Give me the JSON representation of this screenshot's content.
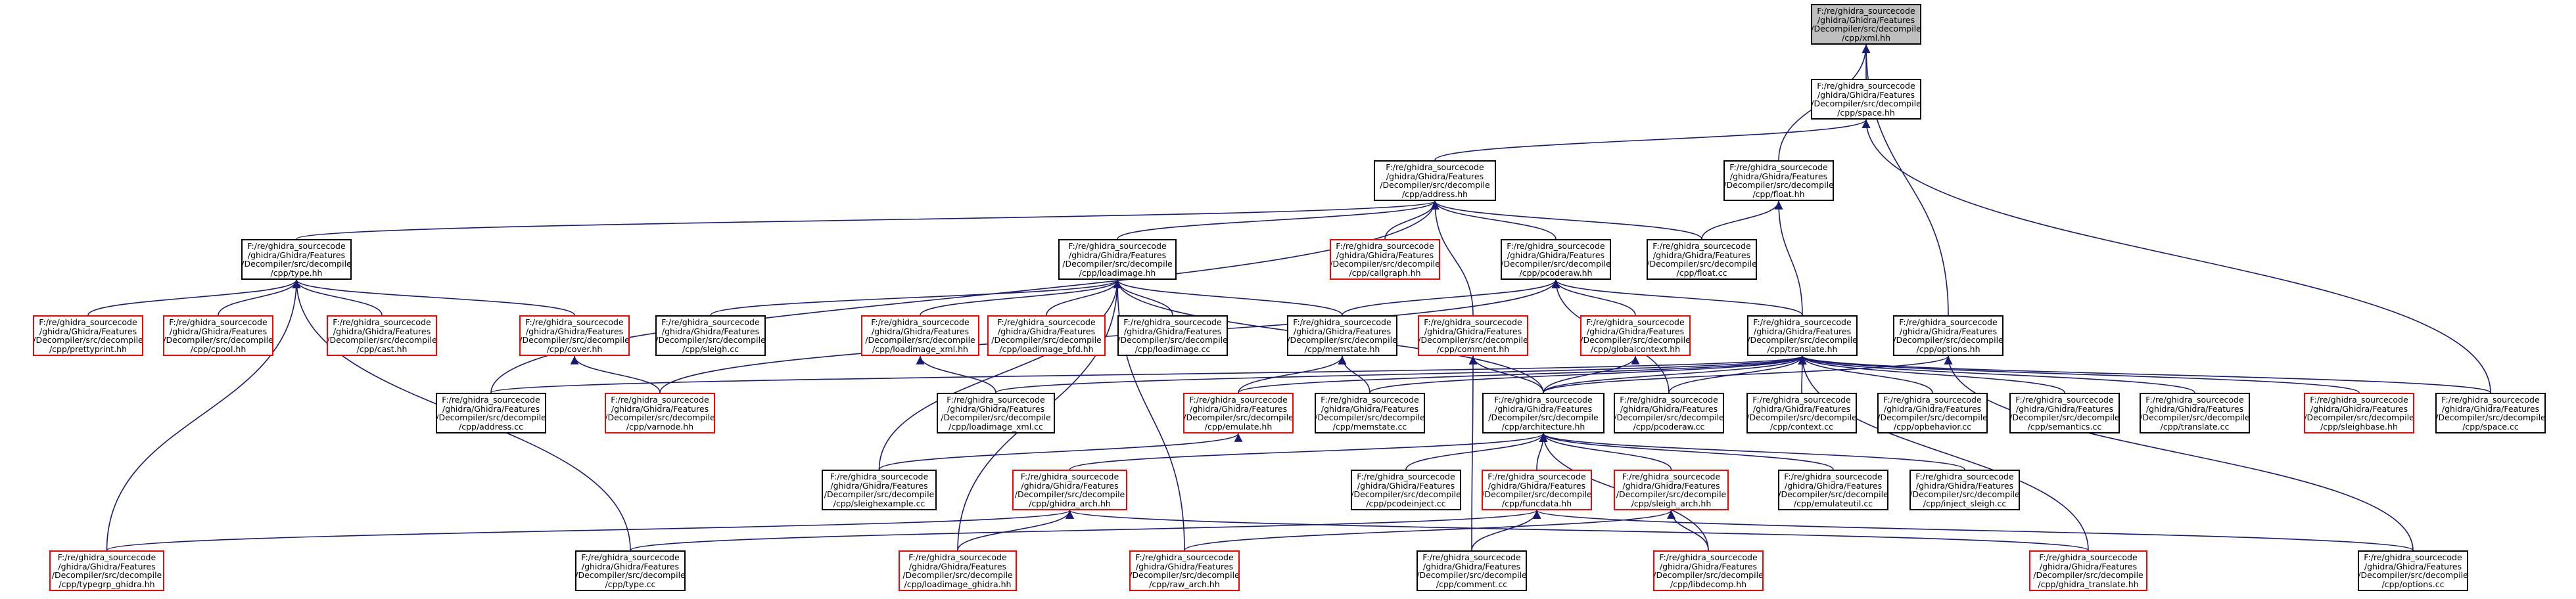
{
  "diagram": {
    "title": "",
    "colors": {
      "edge": "#191970",
      "normal_border": "#000000",
      "missing_border": "#ff0000",
      "root_fill": "#bfbfbf"
    },
    "nodes": [
      {
        "id": "xml",
        "text": "F:/re/ghidra_sourcecode\n/ghidra/Ghidra/Features\n/Decompiler/src/decompile\n/cpp/xml.hh",
        "style": "root"
      },
      {
        "id": "space_hh",
        "text": "F:/re/ghidra_sourcecode\n/ghidra/Ghidra/Features\n/Decompiler/src/decompile\n/cpp/space.hh",
        "style": "normal"
      },
      {
        "id": "address_hh",
        "text": "F:/re/ghidra_sourcecode\n/ghidra/Ghidra/Features\n/Decompiler/src/decompile\n/cpp/address.hh",
        "style": "normal"
      },
      {
        "id": "float_hh",
        "text": "F:/re/ghidra_sourcecode\n/ghidra/Ghidra/Features\n/Decompiler/src/decompile\n/cpp/float.hh",
        "style": "normal"
      },
      {
        "id": "type_hh",
        "text": "F:/re/ghidra_sourcecode\n/ghidra/Ghidra/Features\n/Decompiler/src/decompile\n/cpp/type.hh",
        "style": "normal"
      },
      {
        "id": "loadimage_hh",
        "text": "F:/re/ghidra_sourcecode\n/ghidra/Ghidra/Features\n/Decompiler/src/decompile\n/cpp/loadimage.hh",
        "style": "normal"
      },
      {
        "id": "callgraph_hh",
        "text": "F:/re/ghidra_sourcecode\n/ghidra/Ghidra/Features\n/Decompiler/src/decompile\n/cpp/callgraph.hh",
        "style": "missing"
      },
      {
        "id": "pcoderaw_hh",
        "text": "F:/re/ghidra_sourcecode\n/ghidra/Ghidra/Features\n/Decompiler/src/decompile\n/cpp/pcoderaw.hh",
        "style": "normal"
      },
      {
        "id": "float_cc",
        "text": "F:/re/ghidra_sourcecode\n/ghidra/Ghidra/Features\n/Decompiler/src/decompile\n/cpp/float.cc",
        "style": "normal"
      },
      {
        "id": "prettyprint_hh",
        "text": "F:/re/ghidra_sourcecode\n/ghidra/Ghidra/Features\n/Decompiler/src/decompile\n/cpp/prettyprint.hh",
        "style": "missing"
      },
      {
        "id": "cpool_hh",
        "text": "F:/re/ghidra_sourcecode\n/ghidra/Ghidra/Features\n/Decompiler/src/decompile\n/cpp/cpool.hh",
        "style": "missing"
      },
      {
        "id": "cast_hh",
        "text": "F:/re/ghidra_sourcecode\n/ghidra/Ghidra/Features\n/Decompiler/src/decompile\n/cpp/cast.hh",
        "style": "missing"
      },
      {
        "id": "cover_hh",
        "text": "F:/re/ghidra_sourcecode\n/ghidra/Ghidra/Features\n/Decompiler/src/decompile\n/cpp/cover.hh",
        "style": "missing"
      },
      {
        "id": "sleigh_cc",
        "text": "F:/re/ghidra_sourcecode\n/ghidra/Ghidra/Features\n/Decompiler/src/decompile\n/cpp/sleigh.cc",
        "style": "normal"
      },
      {
        "id": "loadimage_xml_hh",
        "text": "F:/re/ghidra_sourcecode\n/ghidra/Ghidra/Features\n/Decompiler/src/decompile\n/cpp/loadimage_xml.hh",
        "style": "missing"
      },
      {
        "id": "loadimage_bfd_hh",
        "text": "F:/re/ghidra_sourcecode\n/ghidra/Ghidra/Features\n/Decompiler/src/decompile\n/cpp/loadimage_bfd.hh",
        "style": "missing"
      },
      {
        "id": "loadimage_cc",
        "text": "F:/re/ghidra_sourcecode\n/ghidra/Ghidra/Features\n/Decompiler/src/decompile\n/cpp/loadimage.cc",
        "style": "normal"
      },
      {
        "id": "memstate_hh",
        "text": "F:/re/ghidra_sourcecode\n/ghidra/Ghidra/Features\n/Decompiler/src/decompile\n/cpp/memstate.hh",
        "style": "normal"
      },
      {
        "id": "comment_hh",
        "text": "F:/re/ghidra_sourcecode\n/ghidra/Ghidra/Features\n/Decompiler/src/decompile\n/cpp/comment.hh",
        "style": "missing"
      },
      {
        "id": "globalcontext_hh",
        "text": "F:/re/ghidra_sourcecode\n/ghidra/Ghidra/Features\n/Decompiler/src/decompile\n/cpp/globalcontext.hh",
        "style": "missing"
      },
      {
        "id": "translate_hh",
        "text": "F:/re/ghidra_sourcecode\n/ghidra/Ghidra/Features\n/Decompiler/src/decompile\n/cpp/translate.hh",
        "style": "normal"
      },
      {
        "id": "options_hh",
        "text": "F:/re/ghidra_sourcecode\n/ghidra/Ghidra/Features\n/Decompiler/src/decompile\n/cpp/options.hh",
        "style": "normal"
      },
      {
        "id": "address_cc",
        "text": "F:/re/ghidra_sourcecode\n/ghidra/Ghidra/Features\n/Decompiler/src/decompile\n/cpp/address.cc",
        "style": "normal"
      },
      {
        "id": "varnode_hh",
        "text": "F:/re/ghidra_sourcecode\n/ghidra/Ghidra/Features\n/Decompiler/src/decompile\n/cpp/varnode.hh",
        "style": "missing"
      },
      {
        "id": "loadimage_xml_cc",
        "text": "F:/re/ghidra_sourcecode\n/ghidra/Ghidra/Features\n/Decompiler/src/decompile\n/cpp/loadimage_xml.cc",
        "style": "normal"
      },
      {
        "id": "emulate_hh",
        "text": "F:/re/ghidra_sourcecode\n/ghidra/Ghidra/Features\n/Decompiler/src/decompile\n/cpp/emulate.hh",
        "style": "missing"
      },
      {
        "id": "memstate_cc",
        "text": "F:/re/ghidra_sourcecode\n/ghidra/Ghidra/Features\n/Decompiler/src/decompile\n/cpp/memstate.cc",
        "style": "normal"
      },
      {
        "id": "architecture_hh",
        "text": "F:/re/ghidra_sourcecode\n/ghidra/Ghidra/Features\n/Decompiler/src/decompile\n/cpp/architecture.hh",
        "style": "normal"
      },
      {
        "id": "pcoderaw_cc",
        "text": "F:/re/ghidra_sourcecode\n/ghidra/Ghidra/Features\n/Decompiler/src/decompile\n/cpp/pcoderaw.cc",
        "style": "normal"
      },
      {
        "id": "context_cc",
        "text": "F:/re/ghidra_sourcecode\n/ghidra/Ghidra/Features\n/Decompiler/src/decompile\n/cpp/context.cc",
        "style": "normal"
      },
      {
        "id": "opbehavior_cc",
        "text": "F:/re/ghidra_sourcecode\n/ghidra/Ghidra/Features\n/Decompiler/src/decompile\n/cpp/opbehavior.cc",
        "style": "normal"
      },
      {
        "id": "semantics_cc",
        "text": "F:/re/ghidra_sourcecode\n/ghidra/Ghidra/Features\n/Decompiler/src/decompile\n/cpp/semantics.cc",
        "style": "normal"
      },
      {
        "id": "translate_cc",
        "text": "F:/re/ghidra_sourcecode\n/ghidra/Ghidra/Features\n/Decompiler/src/decompile\n/cpp/translate.cc",
        "style": "normal"
      },
      {
        "id": "sleighbase_hh",
        "text": "F:/re/ghidra_sourcecode\n/ghidra/Ghidra/Features\n/Decompiler/src/decompile\n/cpp/sleighbase.hh",
        "style": "missing"
      },
      {
        "id": "space_cc",
        "text": "F:/re/ghidra_sourcecode\n/ghidra/Ghidra/Features\n/Decompiler/src/decompile\n/cpp/space.cc",
        "style": "normal"
      },
      {
        "id": "sleighexample_cc",
        "text": "F:/re/ghidra_sourcecode\n/ghidra/Ghidra/Features\n/Decompiler/src/decompile\n/cpp/sleighexample.cc",
        "style": "normal"
      },
      {
        "id": "ghidra_arch_hh",
        "text": "F:/re/ghidra_sourcecode\n/ghidra/Ghidra/Features\n/Decompiler/src/decompile\n/cpp/ghidra_arch.hh",
        "style": "missing"
      },
      {
        "id": "pcodeinject_cc",
        "text": "F:/re/ghidra_sourcecode\n/ghidra/Ghidra/Features\n/Decompiler/src/decompile\n/cpp/pcodeinject.cc",
        "style": "normal"
      },
      {
        "id": "funcdata_hh",
        "text": "F:/re/ghidra_sourcecode\n/ghidra/Ghidra/Features\n/Decompiler/src/decompile\n/cpp/funcdata.hh",
        "style": "missing"
      },
      {
        "id": "sleigh_arch_hh",
        "text": "F:/re/ghidra_sourcecode\n/ghidra/Ghidra/Features\n/Decompiler/src/decompile\n/cpp/sleigh_arch.hh",
        "style": "missing"
      },
      {
        "id": "emulateutil_cc",
        "text": "F:/re/ghidra_sourcecode\n/ghidra/Ghidra/Features\n/Decompiler/src/decompile\n/cpp/emulateutil.cc",
        "style": "normal"
      },
      {
        "id": "inject_sleigh_cc",
        "text": "F:/re/ghidra_sourcecode\n/ghidra/Ghidra/Features\n/Decompiler/src/decompile\n/cpp/inject_sleigh.cc",
        "style": "normal"
      },
      {
        "id": "typegrp_ghidra_hh",
        "text": "F:/re/ghidra_sourcecode\n/ghidra/Ghidra/Features\n/Decompiler/src/decompile\n/cpp/typegrp_ghidra.hh",
        "style": "missing"
      },
      {
        "id": "type_cc",
        "text": "F:/re/ghidra_sourcecode\n/ghidra/Ghidra/Features\n/Decompiler/src/decompile\n/cpp/type.cc",
        "style": "normal"
      },
      {
        "id": "loadimage_ghidra_hh",
        "text": "F:/re/ghidra_sourcecode\n/ghidra/Ghidra/Features\n/Decompiler/src/decompile\n/cpp/loadimage_ghidra.hh",
        "style": "missing"
      },
      {
        "id": "raw_arch_hh",
        "text": "F:/re/ghidra_sourcecode\n/ghidra/Ghidra/Features\n/Decompiler/src/decompile\n/cpp/raw_arch.hh",
        "style": "missing"
      },
      {
        "id": "comment_cc",
        "text": "F:/re/ghidra_sourcecode\n/ghidra/Ghidra/Features\n/Decompiler/src/decompile\n/cpp/comment.cc",
        "style": "normal"
      },
      {
        "id": "libdecomp_hh",
        "text": "F:/re/ghidra_sourcecode\n/ghidra/Ghidra/Features\n/Decompiler/src/decompile\n/cpp/libdecomp.hh",
        "style": "missing"
      },
      {
        "id": "ghidra_translate_hh",
        "text": "F:/re/ghidra_sourcecode\n/ghidra/Ghidra/Features\n/Decompiler/src/decompile\n/cpp/ghidra_translate.hh",
        "style": "missing"
      },
      {
        "id": "options_cc",
        "text": "F:/re/ghidra_sourcecode\n/ghidra/Ghidra/Features\n/Decompiler/src/decompile\n/cpp/options.cc",
        "style": "normal"
      }
    ],
    "edges": [
      [
        "space_hh",
        "xml"
      ],
      [
        "float_hh",
        "xml"
      ],
      [
        "options_hh",
        "xml"
      ],
      [
        "address_hh",
        "space_hh"
      ],
      [
        "space_cc",
        "space_hh"
      ],
      [
        "float_cc",
        "float_hh"
      ],
      [
        "translate_hh",
        "float_hh"
      ],
      [
        "type_hh",
        "address_hh"
      ],
      [
        "loadimage_hh",
        "address_hh"
      ],
      [
        "callgraph_hh",
        "address_hh"
      ],
      [
        "pcoderaw_hh",
        "address_hh"
      ],
      [
        "float_cc",
        "address_hh"
      ],
      [
        "address_cc",
        "address_hh"
      ],
      [
        "comment_hh",
        "address_hh"
      ],
      [
        "prettyprint_hh",
        "type_hh"
      ],
      [
        "cpool_hh",
        "type_hh"
      ],
      [
        "cast_hh",
        "type_hh"
      ],
      [
        "cover_hh",
        "type_hh"
      ],
      [
        "typegrp_ghidra_hh",
        "type_hh"
      ],
      [
        "type_cc",
        "type_hh"
      ],
      [
        "sleigh_cc",
        "loadimage_hh"
      ],
      [
        "loadimage_xml_hh",
        "loadimage_hh"
      ],
      [
        "loadimage_bfd_hh",
        "loadimage_hh"
      ],
      [
        "loadimage_cc",
        "loadimage_hh"
      ],
      [
        "memstate_hh",
        "loadimage_hh"
      ],
      [
        "architecture_hh",
        "loadimage_hh"
      ],
      [
        "loadimage_ghidra_hh",
        "loadimage_hh"
      ],
      [
        "raw_arch_hh",
        "loadimage_hh"
      ],
      [
        "sleighexample_cc",
        "loadimage_hh"
      ],
      [
        "translate_hh",
        "pcoderaw_hh"
      ],
      [
        "memstate_hh",
        "pcoderaw_hh"
      ],
      [
        "globalcontext_hh",
        "pcoderaw_hh"
      ],
      [
        "varnode_hh",
        "pcoderaw_hh"
      ],
      [
        "pcoderaw_cc",
        "pcoderaw_hh"
      ],
      [
        "varnode_hh",
        "cover_hh"
      ],
      [
        "loadimage_xml_cc",
        "loadimage_xml_hh"
      ],
      [
        "emulate_hh",
        "memstate_hh"
      ],
      [
        "memstate_cc",
        "memstate_hh"
      ],
      [
        "architecture_hh",
        "comment_hh"
      ],
      [
        "comment_cc",
        "comment_hh"
      ],
      [
        "architecture_hh",
        "globalcontext_hh"
      ],
      [
        "address_cc",
        "translate_hh"
      ],
      [
        "loadimage_xml_cc",
        "translate_hh"
      ],
      [
        "emulate_hh",
        "translate_hh"
      ],
      [
        "memstate_cc",
        "translate_hh"
      ],
      [
        "architecture_hh",
        "translate_hh"
      ],
      [
        "pcoderaw_cc",
        "translate_hh"
      ],
      [
        "context_cc",
        "translate_hh"
      ],
      [
        "opbehavior_cc",
        "translate_hh"
      ],
      [
        "semantics_cc",
        "translate_hh"
      ],
      [
        "translate_cc",
        "translate_hh"
      ],
      [
        "sleighbase_hh",
        "translate_hh"
      ],
      [
        "space_cc",
        "translate_hh"
      ],
      [
        "ghidra_translate_hh",
        "translate_hh"
      ],
      [
        "architecture_hh",
        "options_hh"
      ],
      [
        "options_cc",
        "options_hh"
      ],
      [
        "sleighexample_cc",
        "emulate_hh"
      ],
      [
        "ghidra_arch_hh",
        "architecture_hh"
      ],
      [
        "pcodeinject_cc",
        "architecture_hh"
      ],
      [
        "funcdata_hh",
        "architecture_hh"
      ],
      [
        "sleigh_arch_hh",
        "architecture_hh"
      ],
      [
        "emulateutil_cc",
        "architecture_hh"
      ],
      [
        "inject_sleigh_cc",
        "architecture_hh"
      ],
      [
        "libdecomp_hh",
        "architecture_hh"
      ],
      [
        "raw_arch_hh",
        "sleigh_arch_hh"
      ],
      [
        "libdecomp_hh",
        "sleigh_arch_hh"
      ],
      [
        "typegrp_ghidra_hh",
        "ghidra_arch_hh"
      ],
      [
        "loadimage_ghidra_hh",
        "ghidra_arch_hh"
      ],
      [
        "ghidra_translate_hh",
        "ghidra_arch_hh"
      ],
      [
        "type_cc",
        "funcdata_hh"
      ],
      [
        "comment_cc",
        "funcdata_hh"
      ],
      [
        "options_cc",
        "funcdata_hh"
      ]
    ]
  }
}
